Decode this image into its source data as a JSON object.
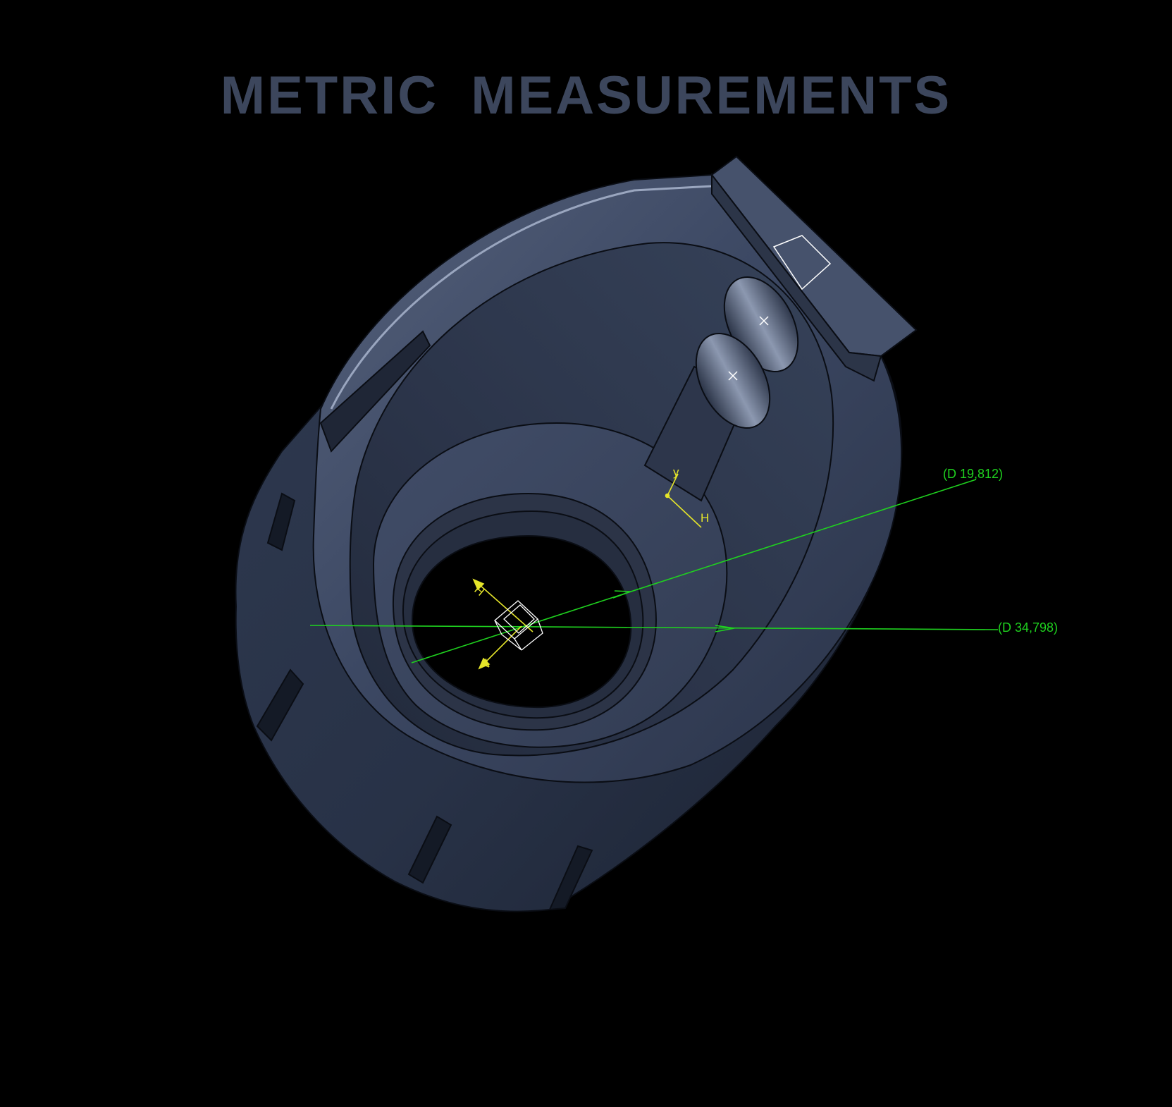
{
  "page": {
    "title": "METRIC MEASUREMENTS"
  },
  "dimensions": [
    {
      "label": "(D 19,812)"
    },
    {
      "label": "(D 34,798)"
    }
  ],
  "axes": {
    "sketch_axis_v_label": "y",
    "sketch_axis_h_label": "H",
    "origin_axis_top_label": "H",
    "origin_axis_bottom_label": "V"
  },
  "colors": {
    "background": "#000000",
    "title": "#3c465c",
    "part_face": "#3a4660",
    "part_dark": "#1e2433",
    "part_edge": "#0a0d14",
    "dimension_line": "#1fd11f",
    "axis": "#e5e52a",
    "marker": "#ffffff"
  }
}
